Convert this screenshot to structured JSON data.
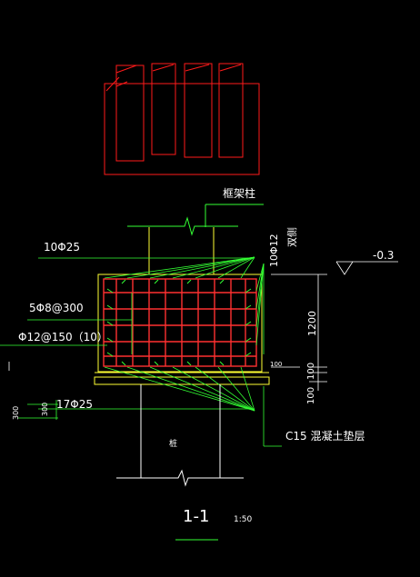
{
  "labels": {
    "frame_column": "框架柱",
    "top_bars": "10Φ25",
    "side_bars": "10Φ12",
    "side_note": "双侧",
    "stirrups_v": "5Φ8@300",
    "stirrups_h": "Φ12@150（10）",
    "bottom_bars": "17Φ25",
    "elevation": "-0.3",
    "height_main": "1200",
    "height_100a": "100",
    "height_100b": "100",
    "cover_100": "100",
    "left_300a": "300",
    "left_300b": "300",
    "pile": "桩",
    "cushion": "C15 混凝土垫层",
    "section_title": "1-1",
    "scale": "1:50"
  },
  "colors": {
    "background": "#000000",
    "outline_red": "#ff1a1a",
    "concrete_yellow": "#ffff33",
    "rebar_green": "#33ff33",
    "text_white": "#ffffff"
  }
}
